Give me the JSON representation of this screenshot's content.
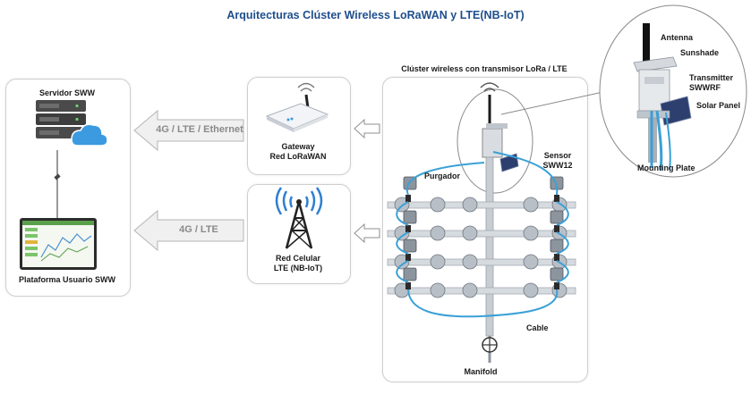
{
  "title": "Arquitecturas Clúster Wireless LoRaWAN y LTE(NB-IoT)",
  "server": {
    "label": "Servidor SWW",
    "platform_label": "Plataforma Usuario SWW"
  },
  "links": {
    "top_arrow": "4G / LTE / Ethernet",
    "bottom_arrow": "4G / LTE"
  },
  "gateway": {
    "line1": "Gateway",
    "line2": "Red LoRaWAN"
  },
  "cellular": {
    "line1": "Red Celular",
    "line2": "LTE (NB-IoT)"
  },
  "cluster": {
    "title": "Clúster wireless con transmisor LoRa / LTE",
    "purgador": "Purgador",
    "sensor_line1": "Sensor",
    "sensor_line2": "SWW12",
    "cable": "Cable",
    "manifold": "Manifold"
  },
  "detail": {
    "antenna": "Antenna",
    "sunshade": "Sunshade",
    "transmitter_line1": "Transmitter",
    "transmitter_line2": "SWWRF",
    "solar_panel": "Solar Panel",
    "mounting_plate": "Mounting Plate"
  },
  "colors": {
    "title": "#1f4e8c",
    "cable": "#3aa0d6",
    "box_border": "#cfcfcf",
    "arrow_fill": "#f0f0f0",
    "arrow_stroke": "#b5b5b5",
    "cloud": "#3c9ae0"
  }
}
